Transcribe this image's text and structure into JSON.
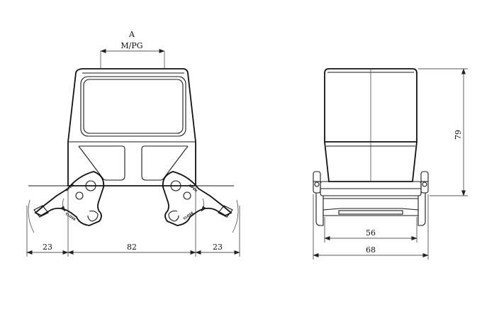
{
  "front_view": {
    "label_a": "A",
    "label_thread": "M/PG",
    "dim_left": "23",
    "dim_center": "82",
    "dim_right": "23",
    "lever_left_open": "OPEN",
    "lever_left_close": "CLOSE",
    "lever_right_open": "OPEN",
    "lever_right_close": "CLOSE"
  },
  "side_view": {
    "dim_height": "79",
    "dim_inner_width": "56",
    "dim_outer_width": "68"
  }
}
